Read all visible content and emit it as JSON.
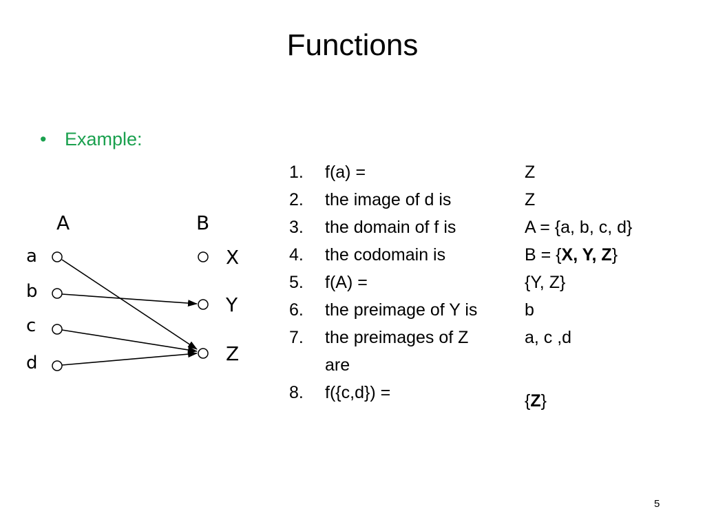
{
  "slide": {
    "title": "Functions",
    "bullet": "Example:",
    "bullet_marker": "•",
    "page_number": "5",
    "accent_color": "#1aa04e"
  },
  "diagram": {
    "set_a_label": "A",
    "set_b_label": "B",
    "domain": [
      "a",
      "b",
      "c",
      "d"
    ],
    "codomain": [
      "X",
      "Y",
      "Z"
    ],
    "mapping": [
      {
        "from": "a",
        "to": "Z"
      },
      {
        "from": "b",
        "to": "Y"
      },
      {
        "from": "c",
        "to": "Z"
      },
      {
        "from": "d",
        "to": "Z"
      }
    ]
  },
  "items": [
    {
      "num": "1.",
      "question": "f(a) =",
      "answer": "Z"
    },
    {
      "num": "2.",
      "question": "the image of d is",
      "answer": "Z"
    },
    {
      "num": "3.",
      "question": "the domain of f is",
      "answer": "A = {a, b, c, d}"
    },
    {
      "num": "4.",
      "question": "the codomain is",
      "answer_prefix": "B = {",
      "answer_bold": "X, Y, Z",
      "answer_suffix": "}"
    },
    {
      "num": "5.",
      "question": "f(A) =",
      "answer": "{Y, Z}"
    },
    {
      "num": "6.",
      "question": "the preimage of Y is",
      "answer": "b"
    },
    {
      "num": "7.",
      "question_line1": "the preimages of Z",
      "question_line2": "are",
      "answer": "a, c ,d"
    },
    {
      "num": "8.",
      "question": "f({c,d}) =",
      "answer_prefix": "{",
      "answer_bold": "Z",
      "answer_suffix": "}"
    }
  ]
}
